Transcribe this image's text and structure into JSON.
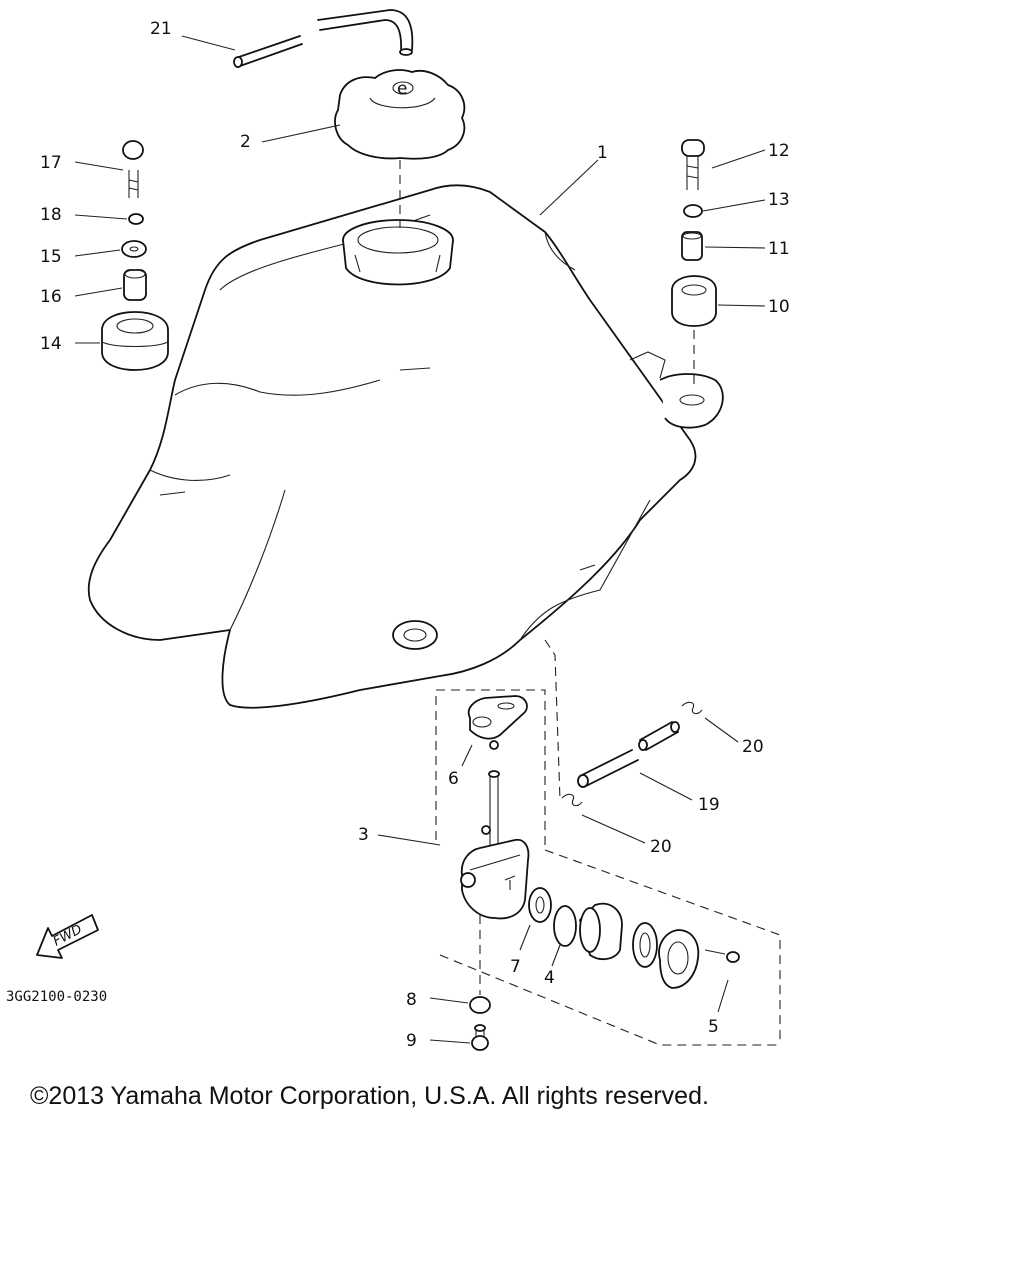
{
  "diagram": {
    "code": "3GG2100-0230",
    "fwd_label": "FWD",
    "callouts": [
      {
        "id": "c21",
        "text": "21"
      },
      {
        "id": "c2",
        "text": "2"
      },
      {
        "id": "c1",
        "text": "1"
      },
      {
        "id": "c17",
        "text": "17"
      },
      {
        "id": "c18",
        "text": "18"
      },
      {
        "id": "c15",
        "text": "15"
      },
      {
        "id": "c16",
        "text": "16"
      },
      {
        "id": "c14",
        "text": "14"
      },
      {
        "id": "c12",
        "text": "12"
      },
      {
        "id": "c13",
        "text": "13"
      },
      {
        "id": "c11",
        "text": "11"
      },
      {
        "id": "c10",
        "text": "10"
      },
      {
        "id": "c6",
        "text": "6"
      },
      {
        "id": "c20a",
        "text": "20"
      },
      {
        "id": "c19",
        "text": "19"
      },
      {
        "id": "c3",
        "text": "3"
      },
      {
        "id": "c20b",
        "text": "20"
      },
      {
        "id": "c7",
        "text": "7"
      },
      {
        "id": "c4",
        "text": "4"
      },
      {
        "id": "c8",
        "text": "8"
      },
      {
        "id": "c9",
        "text": "9"
      },
      {
        "id": "c5",
        "text": "5"
      }
    ]
  },
  "footer": {
    "copyright": "©2013 Yamaha Motor Corporation, U.S.A. All rights reserved."
  }
}
